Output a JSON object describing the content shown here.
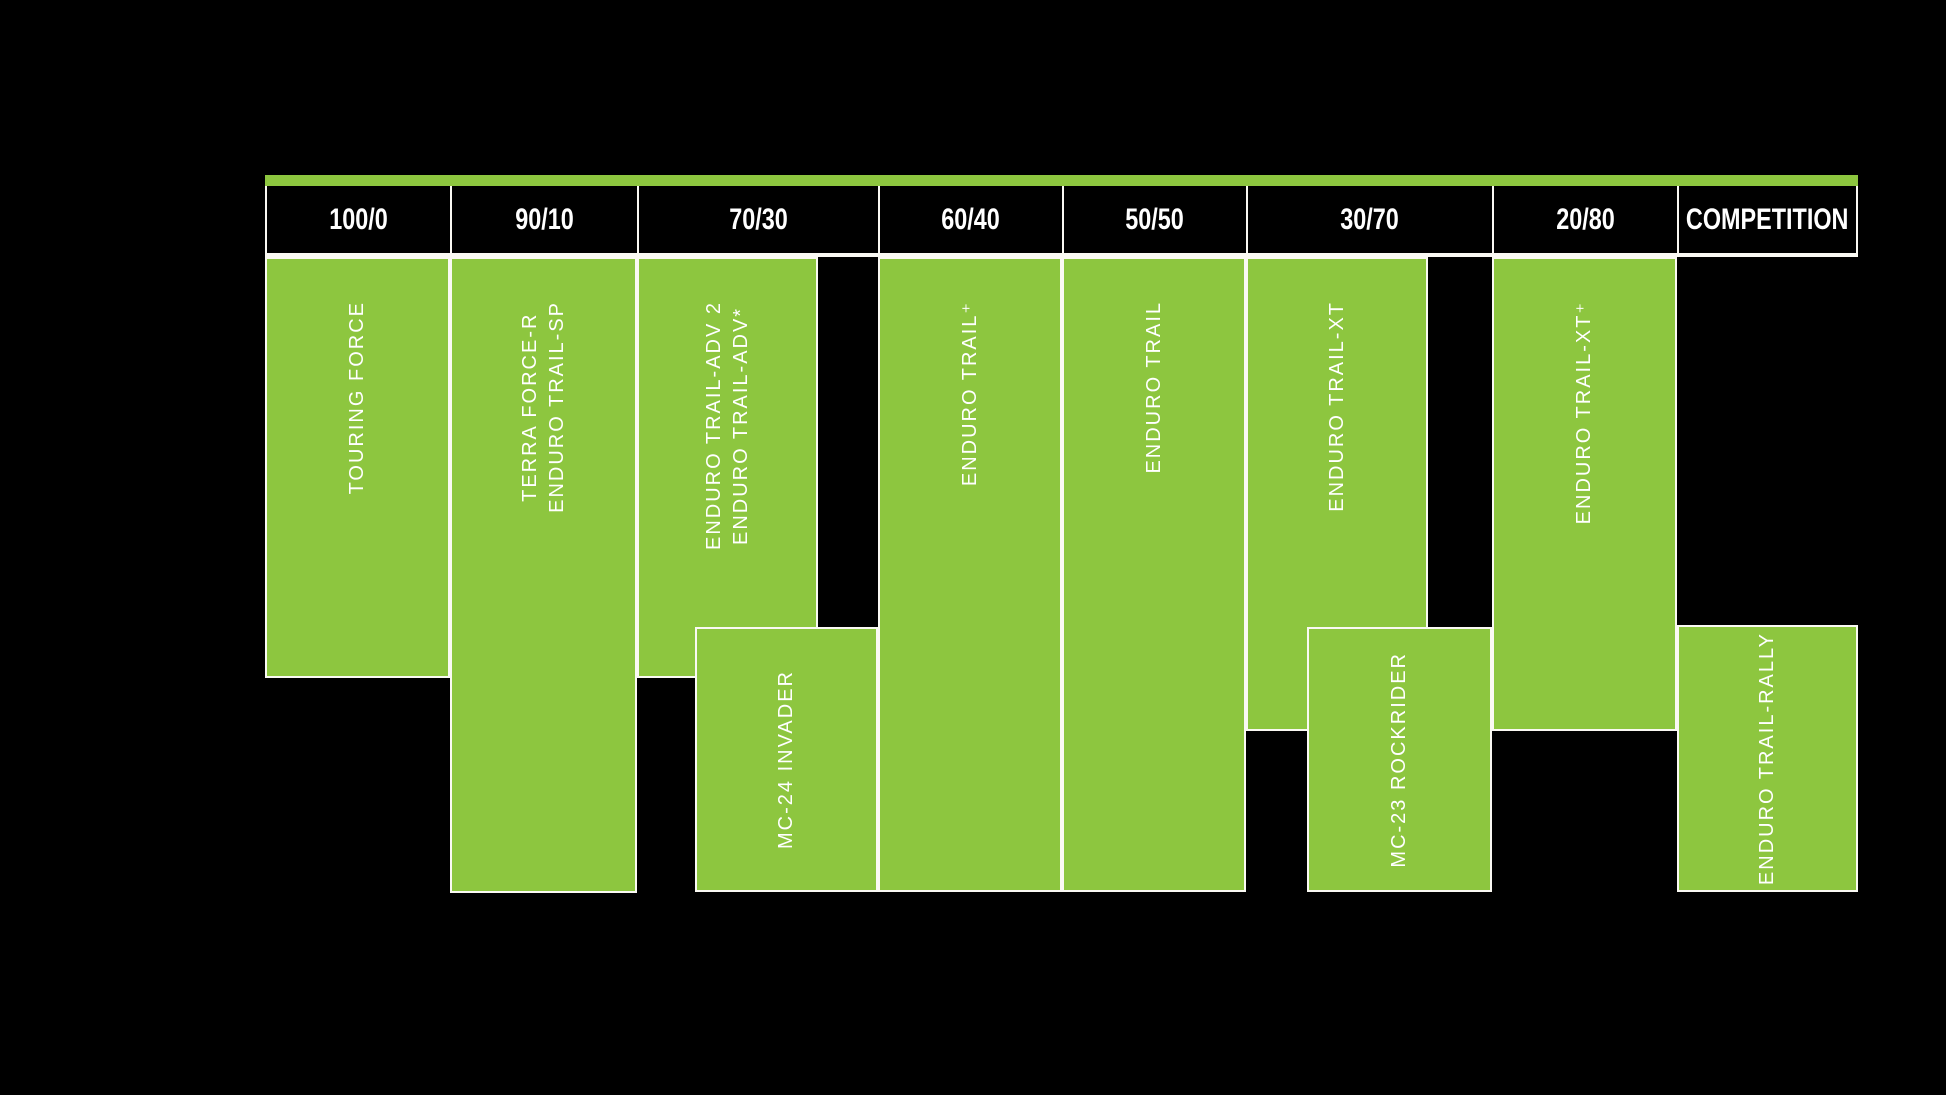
{
  "colors": {
    "background": "#000000",
    "block_green": "#8dc63f",
    "divider_white": "#faf9f3",
    "text_white": "#ffffff"
  },
  "chart_data": {
    "type": "bar",
    "title": "",
    "orientation": "vertical-range-blocks",
    "grid": false,
    "legend": false,
    "categories": [
      "100/0",
      "90/10",
      "70/30",
      "60/40",
      "50/50",
      "30/70",
      "20/80",
      "COMPETITION"
    ],
    "series": [
      {
        "name": "TOURING FORCE",
        "label": "TOURING FORCE",
        "lines": [
          "TOURING FORCE"
        ],
        "column": "100/0",
        "tier": "upper"
      },
      {
        "name": "TERRA FORCE-R / ENDURO TRAIL-SP",
        "label": "TERRA FORCE-R\nENDURO TRAIL-SP",
        "lines": [
          "TERRA FORCE-R",
          "ENDURO TRAIL-SP"
        ],
        "column": "90/10",
        "tier": "full"
      },
      {
        "name": "ENDURO TRAIL-ADV 2 / ENDURO TRAIL-ADV*",
        "label": "ENDURO TRAIL-ADV 2\nENDURO TRAIL-ADV*",
        "lines": [
          "ENDURO TRAIL-ADV 2",
          "ENDURO TRAIL-ADV*"
        ],
        "column": "70/30",
        "tier": "upper"
      },
      {
        "name": "MC-24 INVADER",
        "label": "MC-24 INVADER",
        "lines": [
          "MC-24 INVADER"
        ],
        "column": "70/30 to 60/40",
        "tier": "lower"
      },
      {
        "name": "ENDURO TRAIL⁺",
        "label": "ENDURO TRAIL⁺",
        "lines": [
          "ENDURO TRAIL⁺"
        ],
        "column": "60/40",
        "tier": "full"
      },
      {
        "name": "ENDURO TRAIL",
        "label": "ENDURO TRAIL",
        "lines": [
          "ENDURO TRAIL"
        ],
        "column": "50/50",
        "tier": "full"
      },
      {
        "name": "ENDURO TRAIL-XT",
        "label": "ENDURO TRAIL-XT",
        "lines": [
          "ENDURO TRAIL-XT"
        ],
        "column": "30/70",
        "tier": "upper"
      },
      {
        "name": "MC-23 ROCKRIDER",
        "label": "MC-23 ROCKRIDER",
        "lines": [
          "MC-23 ROCKRIDER"
        ],
        "column": "30/70",
        "tier": "lower"
      },
      {
        "name": "ENDURO TRAIL-XT⁺",
        "label": "ENDURO TRAIL-XT⁺",
        "lines": [
          "ENDURO TRAIL-XT⁺"
        ],
        "column": "20/80",
        "tier": "upper"
      },
      {
        "name": "ENDURO TRAIL-RALLY",
        "label": "ENDURO TRAIL-RALLY",
        "lines": [
          "ENDURO TRAIL-RALLY"
        ],
        "column": "COMPETITION",
        "tier": "lower"
      }
    ]
  }
}
